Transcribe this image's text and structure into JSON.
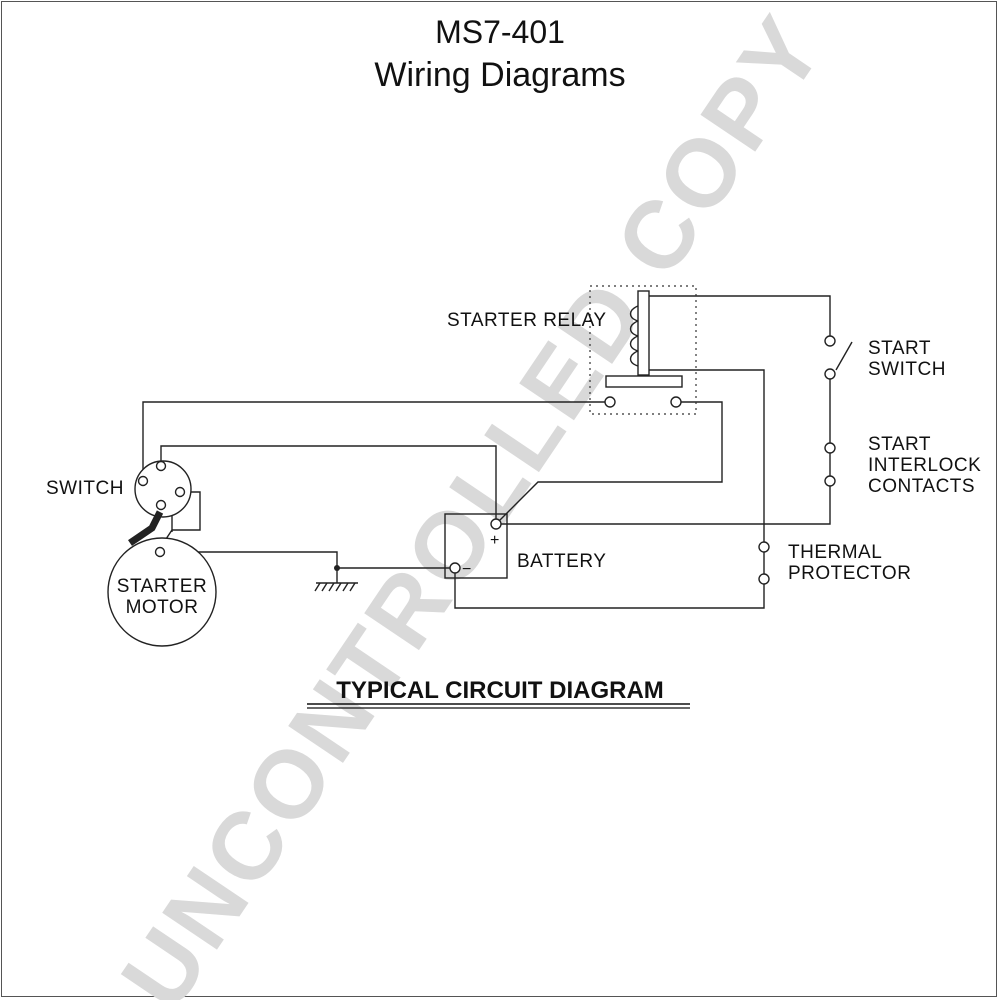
{
  "header": {
    "model": "MS7-401",
    "title": "Wiring Diagrams"
  },
  "diagram": {
    "subtitle": "TYPICAL CIRCUIT DIAGRAM",
    "labels": {
      "starter_relay": "STARTER RELAY",
      "switch": "SWITCH",
      "starter_motor_1": "STARTER",
      "starter_motor_2": "MOTOR",
      "battery": "BATTERY",
      "battery_plus": "+",
      "battery_minus": "−",
      "start_switch_1": "START",
      "start_switch_2": "SWITCH",
      "interlock_1": "START",
      "interlock_2": "INTERLOCK",
      "interlock_3": "CONTACTS",
      "thermal_1": "THERMAL",
      "thermal_2": "PROTECTOR"
    }
  },
  "watermark": "UNCONTROLLED COPY"
}
